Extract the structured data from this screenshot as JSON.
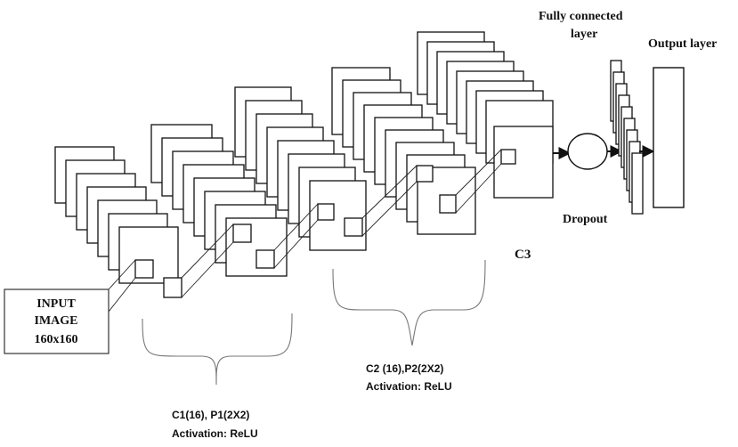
{
  "input_box": {
    "line1": "INPUT",
    "line2": "IMAGE",
    "line3": "160x160"
  },
  "labels": {
    "fully_connected_line1": "Fully connected",
    "fully_connected_line2": "layer",
    "output_layer": "Output layer",
    "dropout": "Dropout",
    "c3": "C3",
    "stage1_line1": "C1(16), P1(2X2)",
    "stage1_line2": "Activation: ReLU",
    "stage2_line1": "C2 (16),P2(2X2)",
    "stage2_line2": "Activation: ReLU"
  }
}
